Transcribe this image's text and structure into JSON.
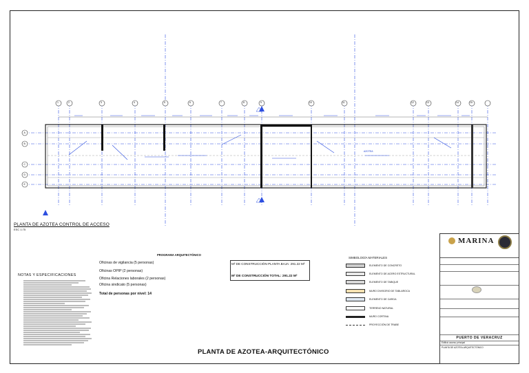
{
  "drawing": {
    "main_title": "PLANTA DE AZOTEA-ARQUITECTÓNICO",
    "plan_title": "PLANTA DE AZOTEA CONTROL DE ACCESO",
    "plan_scale": "ESC 1:75",
    "axes_top": [
      "1",
      "2",
      "3",
      "4",
      "5",
      "6",
      "7",
      "8",
      "9",
      "10",
      "11",
      "12",
      "13",
      "14",
      "15"
    ],
    "axes_left": [
      "A",
      "B",
      "C",
      "D",
      "E"
    ],
    "plan_labels": {
      "azotea": "AZOTEA"
    }
  },
  "notes": {
    "title": "NOTAS Y ESPECIFICACIONES"
  },
  "program": {
    "title": "PROGRAMA ARQUITECTÓNICO",
    "items": [
      "Oficinas de vigilancia (5 personas)",
      "Oficinas OPIP (2 personas)",
      "Oficina Relaciones laborales (2 personas)",
      "Oficina sindicato (5 personas)"
    ],
    "total": "Total de personas por nivel: 14"
  },
  "areas": {
    "ground_floor": "M² DE CONSTRUCCIÓN PLANTA BAJA: 291.22 M²",
    "total": "M² DE CONSTRUCCIÓN TOTAL: 291.22 M²"
  },
  "symbology": {
    "title": "SIMBOLOGÍA MATERIALES",
    "items": [
      {
        "label": "ELEMENTO DE CONCRETO",
        "fill": "#cfcfcf"
      },
      {
        "label": "ELEMENTO DE ACERO ESTRUCTURAL",
        "fill": "#e8e8e8"
      },
      {
        "label": "ELEMENTO DE TABIQUE",
        "fill": "#d9d9d9"
      },
      {
        "label": "MURO DIVISORIO DE TABLAROCA",
        "fill": "#f6e2b3"
      },
      {
        "label": "ELEMENTO DE CARGA",
        "fill": "#dfe8f2"
      },
      {
        "label": "TERRENO NATURAL",
        "fill": "#ffffff"
      },
      {
        "label": "MURO CORTINA",
        "fill": "#222222"
      },
      {
        "label": "PROYECCIÓN DE TRABE",
        "fill": "none"
      }
    ]
  },
  "title_block": {
    "brand": "MARINA",
    "city": "PUERTO DE VERACRUZ",
    "building": "Edificio acceso principal",
    "sheet_title": "PLANTA DE AZOTEA-ARQUITECTÓNICO"
  }
}
